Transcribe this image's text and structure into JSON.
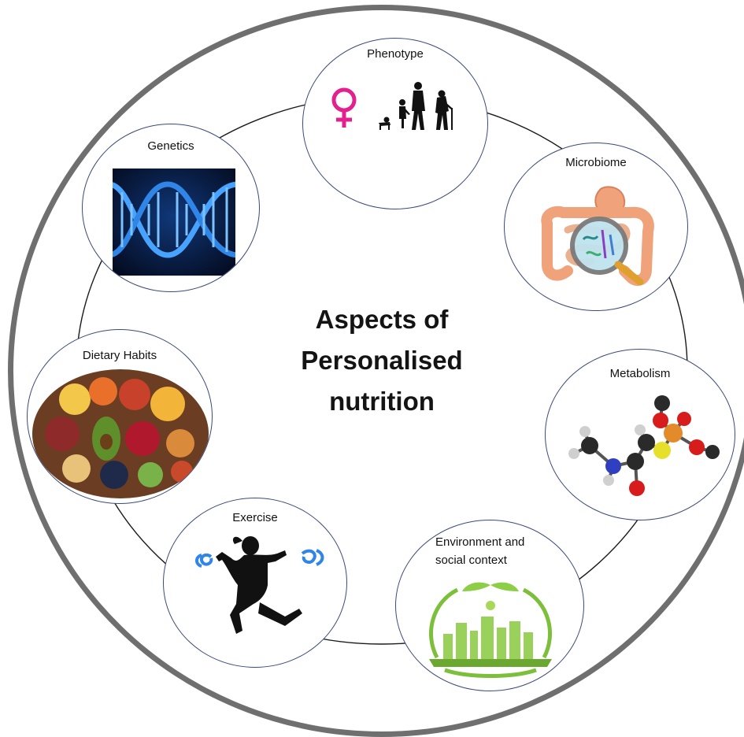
{
  "center": {
    "line1": "Aspects of",
    "line2": "Personalised",
    "line3": "nutrition"
  },
  "nodes": {
    "phenotype": {
      "label": "Phenotype",
      "icon": "female-symbol-and-human-evolution-icon"
    },
    "microbiome": {
      "label": "Microbiome",
      "icon": "gut-magnifier-icon"
    },
    "metabolism": {
      "label": "Metabolism",
      "icon": "molecule-model-icon"
    },
    "environment": {
      "label_line1": "Environment  and",
      "label_line2": "social context",
      "icon": "green-city-icon"
    },
    "exercise": {
      "label": "Exercise",
      "icon": "running-woman-icon"
    },
    "dietary": {
      "label": "Dietary Habits",
      "icon": "healthy-food-icon"
    },
    "genetics": {
      "label": "Genetics",
      "icon": "dna-helix-icon"
    }
  },
  "colors": {
    "outer_ring": "#6f6f6f",
    "node_border": "#3b4a7a",
    "female_symbol": "#e3208e",
    "dna_blue": "#2f86e6",
    "eco_green": "#7cbf3a"
  }
}
